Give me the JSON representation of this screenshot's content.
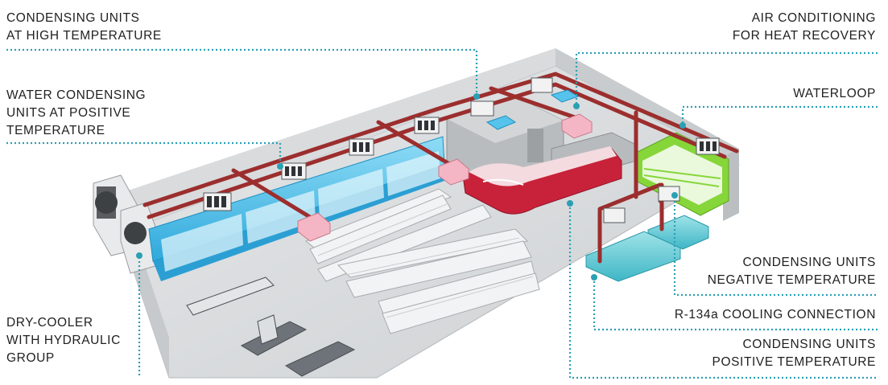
{
  "labels": {
    "condensing_high": [
      "CONDENSING UNITS",
      "AT HIGH TEMPERATURE"
    ],
    "water_condensing": [
      "WATER CONDENSING",
      "UNITS AT POSITIVE",
      "TEMPERATURE"
    ],
    "dry_cooler": [
      "DRY-COOLER",
      "WITH HYDRAULIC",
      "GROUP"
    ],
    "air_conditioning": [
      "AIR CONDITIONING",
      "FOR HEAT RECOVERY"
    ],
    "waterloop": [
      "WATERLOOP"
    ],
    "condensing_negative": [
      "CONDENSING UNITS",
      "NEGATIVE TEMPERATURE"
    ],
    "r134a": [
      "R-134a COOLING CONNECTION"
    ],
    "condensing_positive": [
      "CONDENSING UNITS",
      "POSITIVE TEMPERATURE"
    ]
  },
  "colors": {
    "leader": "#2aa0b4",
    "pipe": "#9c2e2e",
    "blue_case": "#4cc2ec",
    "green_case": "#86d63a",
    "red_counter": "#c8223a",
    "pink_unit": "#f4b6c4",
    "floor": "#d6d8da",
    "wall": "#bfc2c5"
  }
}
